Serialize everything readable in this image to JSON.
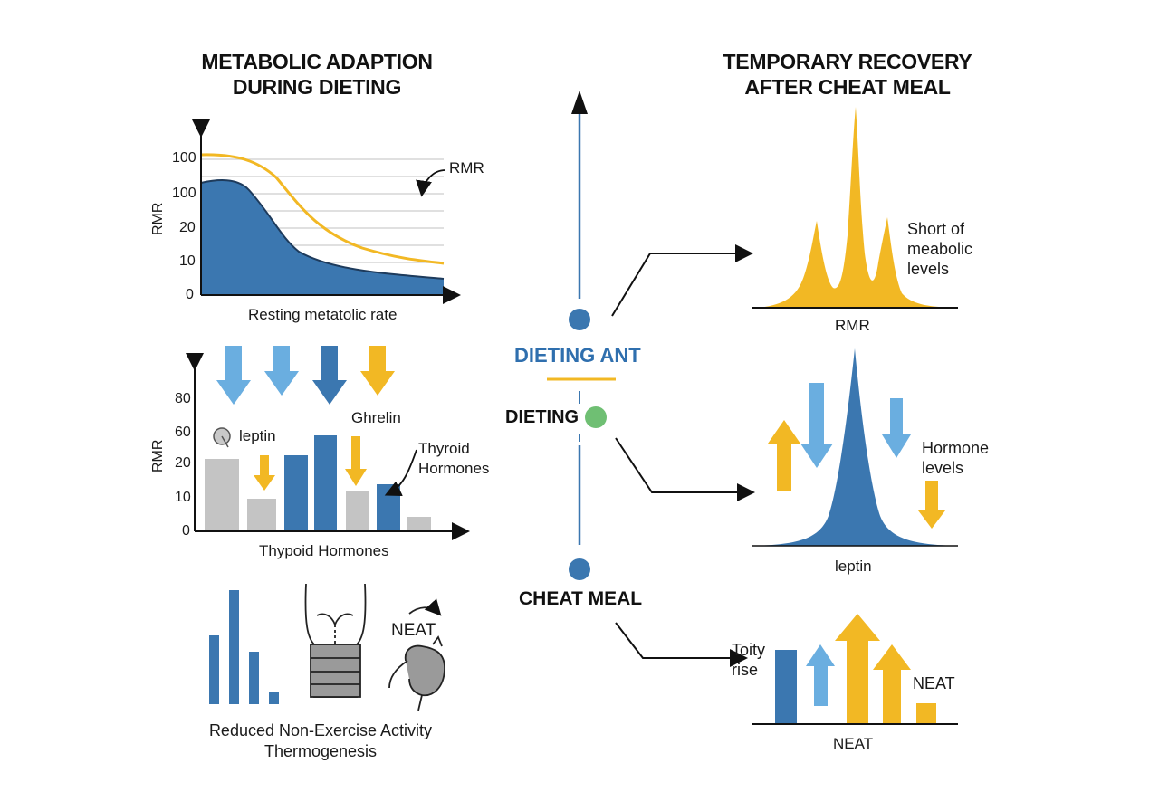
{
  "left_title": [
    "METABOLIC ADAPTION",
    "DURING DIETING"
  ],
  "right_title": [
    "TEMPORARY RECOVERY",
    "AFTER CHEAT MEAL"
  ],
  "chart1": {
    "y_ticks": [
      "100",
      "100",
      "20",
      "10",
      "0"
    ],
    "ylabel": "RMR",
    "xlabel": "Resting metatolic rate",
    "callout": "RMR"
  },
  "chart2": {
    "y_ticks": [
      "80",
      "60",
      "20",
      "10",
      "0"
    ],
    "ylabel": "RMR",
    "xlabel": "Thypoid Hormones",
    "labels": {
      "leptin": "leptin",
      "ghrelin": "Ghrelin",
      "thyroid": [
        "Thyroid",
        "Hormones"
      ]
    }
  },
  "neat_panel": {
    "neat": "NEAT",
    "caption": [
      "Reduced Non-Exercise Activity",
      "Thermogenesis"
    ]
  },
  "center": {
    "dieting_ant": "DIETING ANT",
    "dieting": "DIETING",
    "cheat_meal": "CHEAT MEAL"
  },
  "right_panels": {
    "rmr_peaks": {
      "note": [
        "Short of",
        "meabolic",
        "levels"
      ],
      "xlabel": "RMR"
    },
    "leptin_peak": {
      "note": [
        "Hormone",
        "levels"
      ],
      "xlabel": "leptin"
    },
    "neat_bars": {
      "note": [
        "Toity",
        "rise"
      ],
      "neat": "NEAT",
      "xlabel": "NEAT"
    }
  },
  "colors": {
    "blue": "#3b77b0",
    "light_blue": "#6aaee0",
    "yellow": "#f2b824",
    "gray": "#c4c4c4",
    "green": "#6fbf73"
  }
}
